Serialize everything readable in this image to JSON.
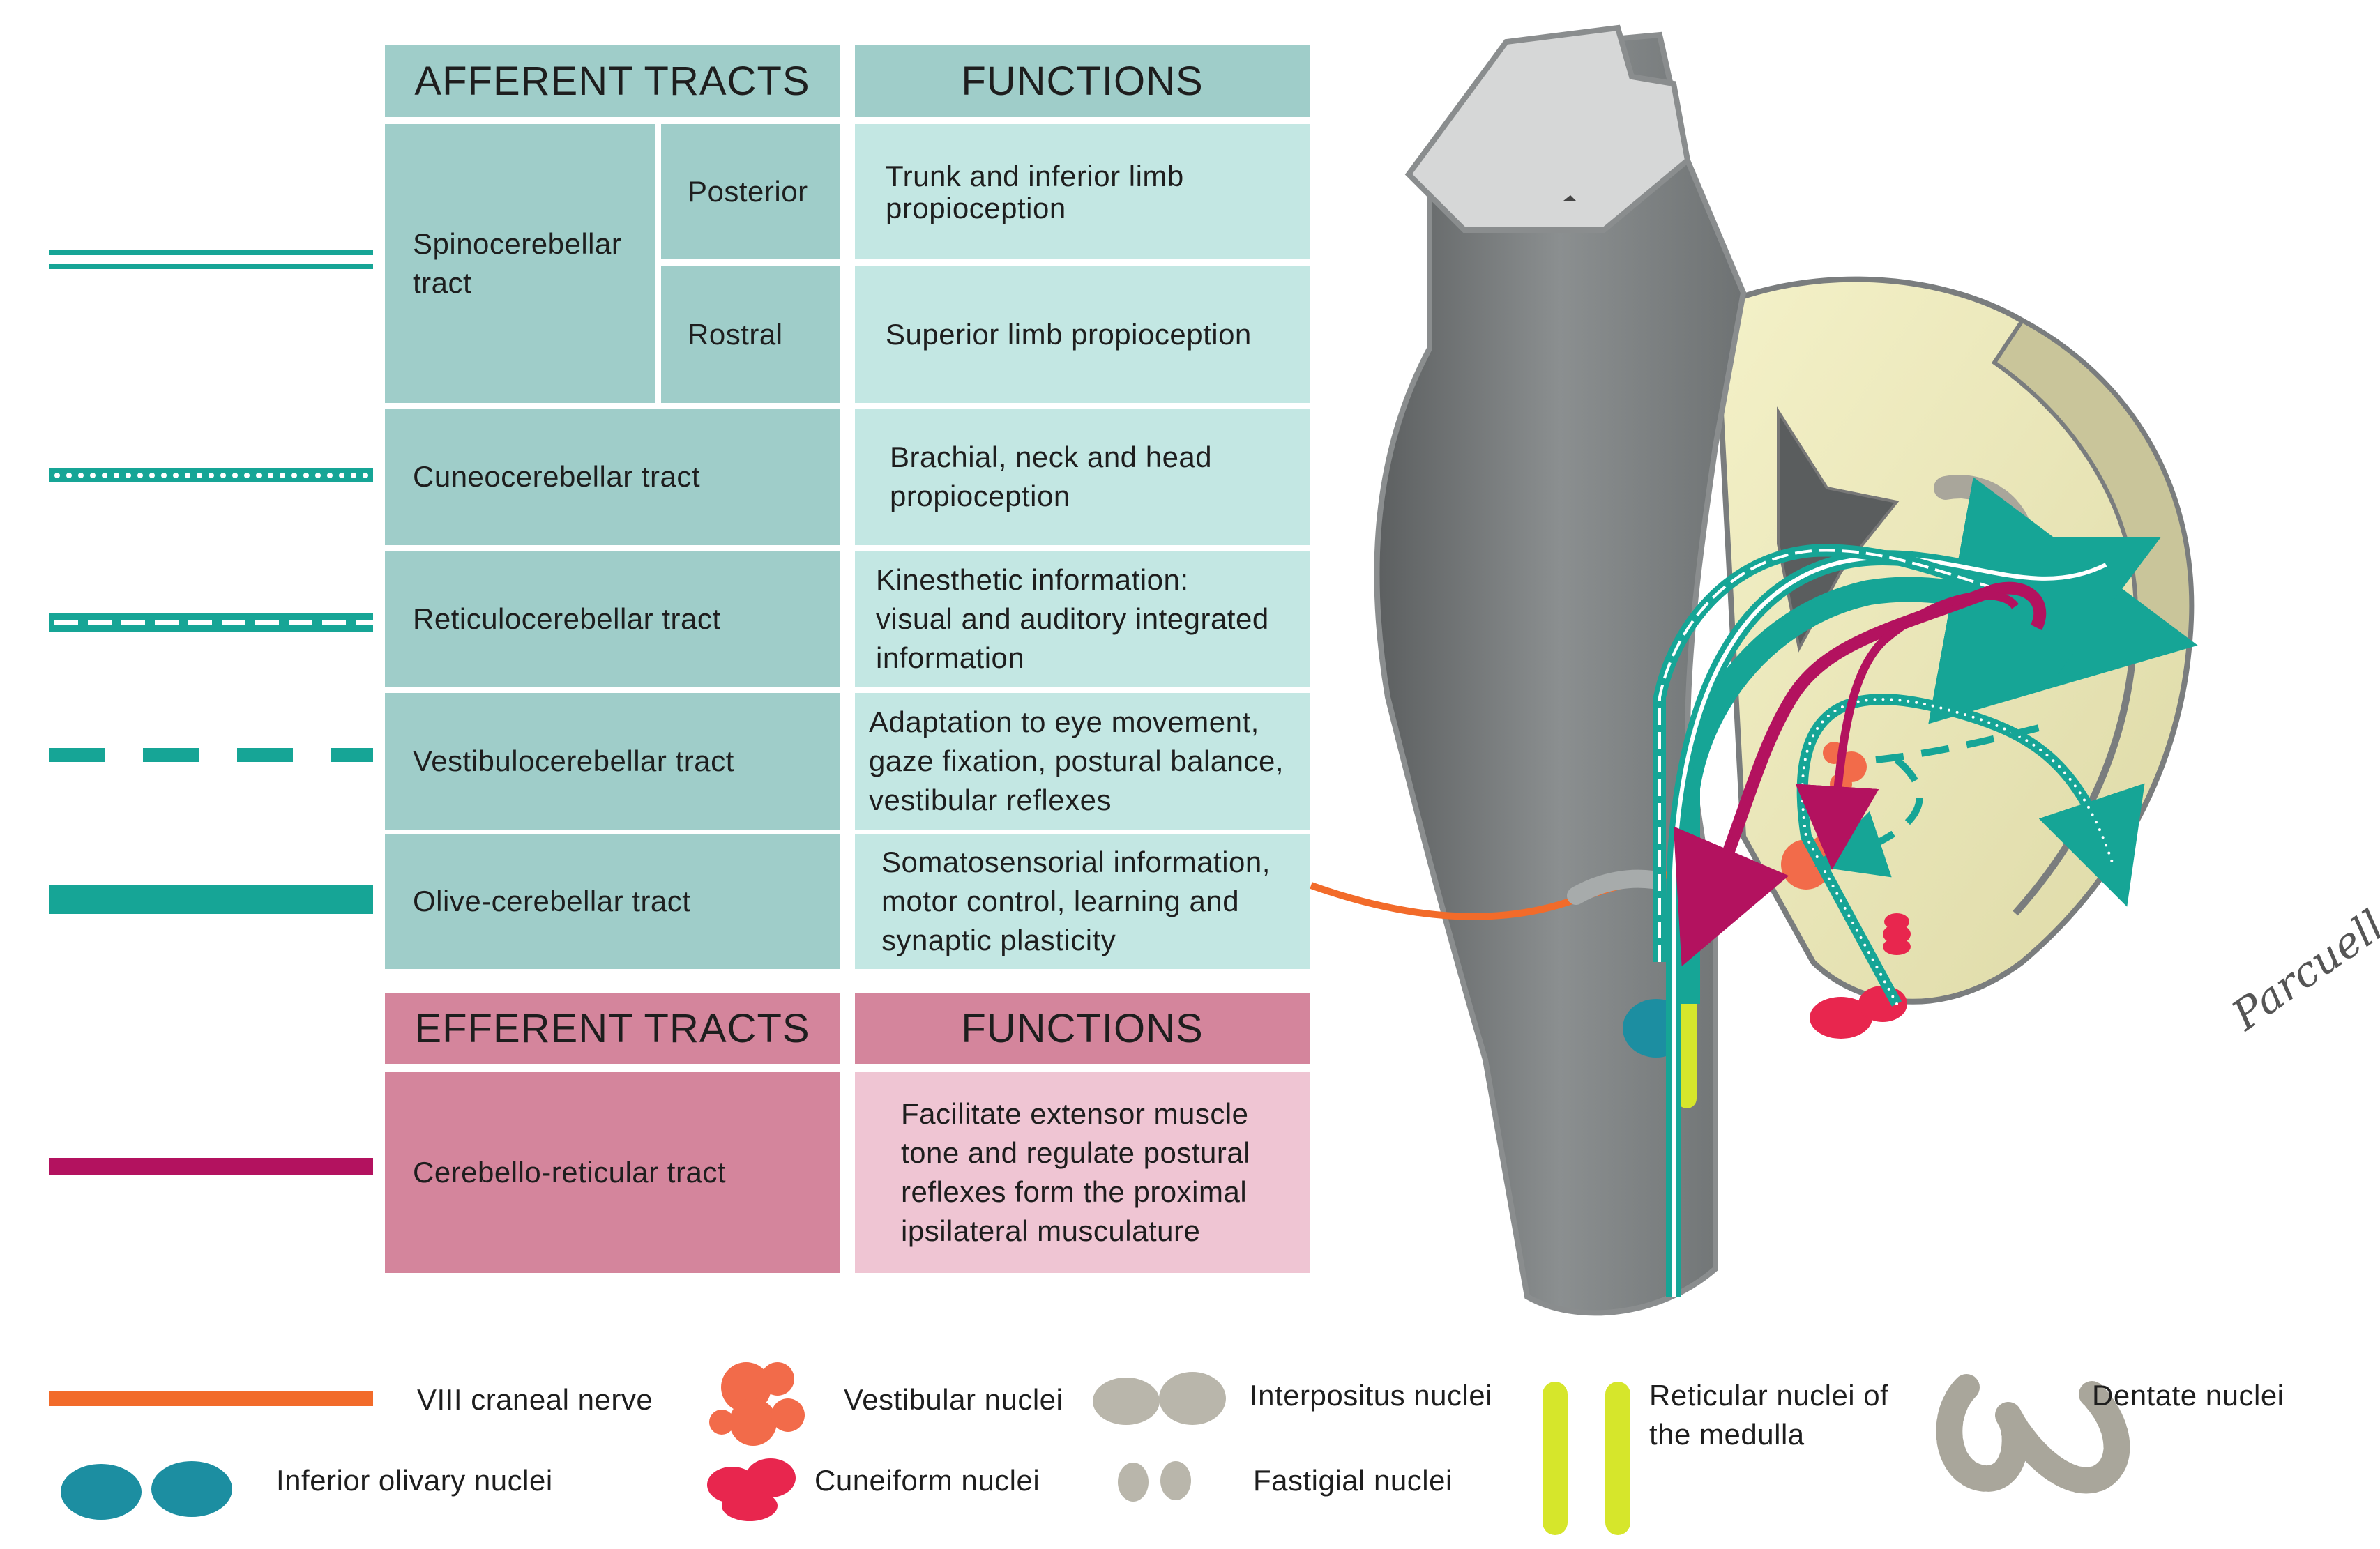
{
  "afferent": {
    "header": "AFFERENT TRACTS",
    "functions_header": "FUNCTIONS",
    "rows": [
      {
        "tract": "Spinocerebellar\ntract",
        "sub": [
          {
            "name": "Posterior",
            "function": "Trunk and inferior limb\npropioception"
          },
          {
            "name": "Rostral",
            "function": "Superior limb propioception"
          }
        ],
        "line_style": "double"
      },
      {
        "tract": "Cuneocerebellar tract",
        "function": "Brachial, neck and head\npropioception",
        "line_style": "dotted"
      },
      {
        "tract": "Reticulocerebellar tract",
        "function": "Kinesthetic information:\nvisual and auditory integrated\ninformation",
        "line_style": "dashed-center"
      },
      {
        "tract": "Vestibulocerebellar tract",
        "function": "Adaptation to eye movement,\ngaze fixation, postural balance,\nvestibular reflexes",
        "line_style": "dashed"
      },
      {
        "tract": "Olive-cerebellar tract",
        "function": "Somatosensorial information,\nmotor control, learning and\nsynaptic plasticity",
        "line_style": "solid-thick"
      }
    ]
  },
  "efferent": {
    "header": "EFFERENT TRACTS",
    "functions_header": "FUNCTIONS",
    "rows": [
      {
        "tract": "Cerebello-reticular tract",
        "function": "Facilitate extensor muscle\ntone and regulate postural\nreflexes form the proximal\nipsilateral musculature",
        "line_style": "solid-magenta"
      }
    ]
  },
  "legend": {
    "viii_nerve": "VIII craneal nerve",
    "vestibular": "Vestibular nuclei",
    "interpositus": "Interpositus nuclei",
    "reticular": "Reticular nuclei of\nthe medulla",
    "dentate": "Dentate nuclei",
    "inferior_olivary": "Inferior olivary nuclei",
    "cuneiform": "Cuneiform nuclei",
    "fastigial": "Fastigial nuclei"
  },
  "signature": "Parcuellas",
  "colors": {
    "teal": "#16a596",
    "magenta": "#b3125f",
    "orange": "#f26b2a",
    "afferent_cell": "#9fcdc9",
    "afferent_function": "#c3e7e3",
    "efferent_cell": "#d4859c",
    "efferent_function": "#efc5d3"
  }
}
